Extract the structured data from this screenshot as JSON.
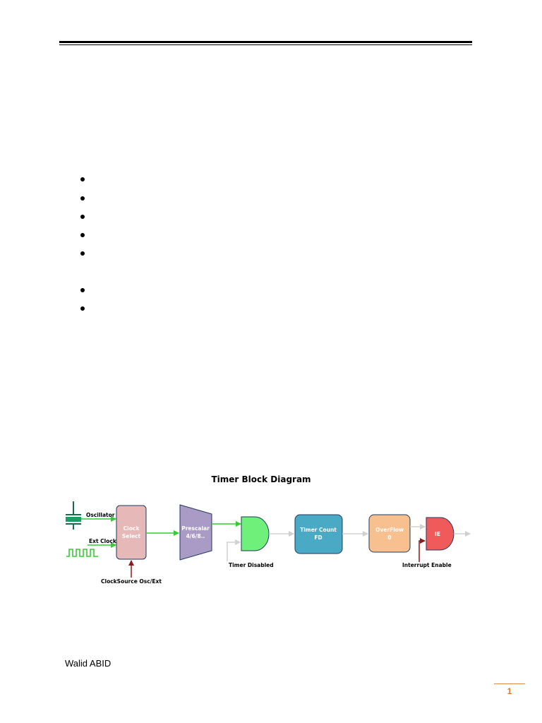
{
  "document": {
    "bullet_count": 7,
    "figure": {
      "title": "Timer Block Diagram",
      "blocks": {
        "clock_select": [
          "Clock",
          "Select"
        ],
        "prescaler": [
          "Prescalar",
          "4/6/8.."
        ],
        "timer_count": [
          "Timer Count",
          "FD"
        ],
        "overflow": [
          "OverFlow",
          "0"
        ],
        "interrupt_enable_gate": "IE"
      },
      "labels": {
        "oscillator": "Oscillator",
        "ext_clock": "Ext Clock",
        "clock_source": "ClockSource Osc/Ext",
        "timer_disabled": "Timer Disabled",
        "interrupt_enable": "Interrupt Enable"
      },
      "colors": {
        "clock_select": "#e6b8b8",
        "prescaler": "#a99ac6",
        "and_gate": "#6ef07a",
        "timer_count": "#4aa9c4",
        "overflow": "#f8c08e",
        "ie_gate": "#f05a5a",
        "signal_arrow": "#33cc33",
        "control_arrow": "#8b1a1a",
        "idle_arrow": "#d0d0d0"
      }
    },
    "footer": {
      "author": "Walid ABID",
      "page_number": "1"
    }
  }
}
